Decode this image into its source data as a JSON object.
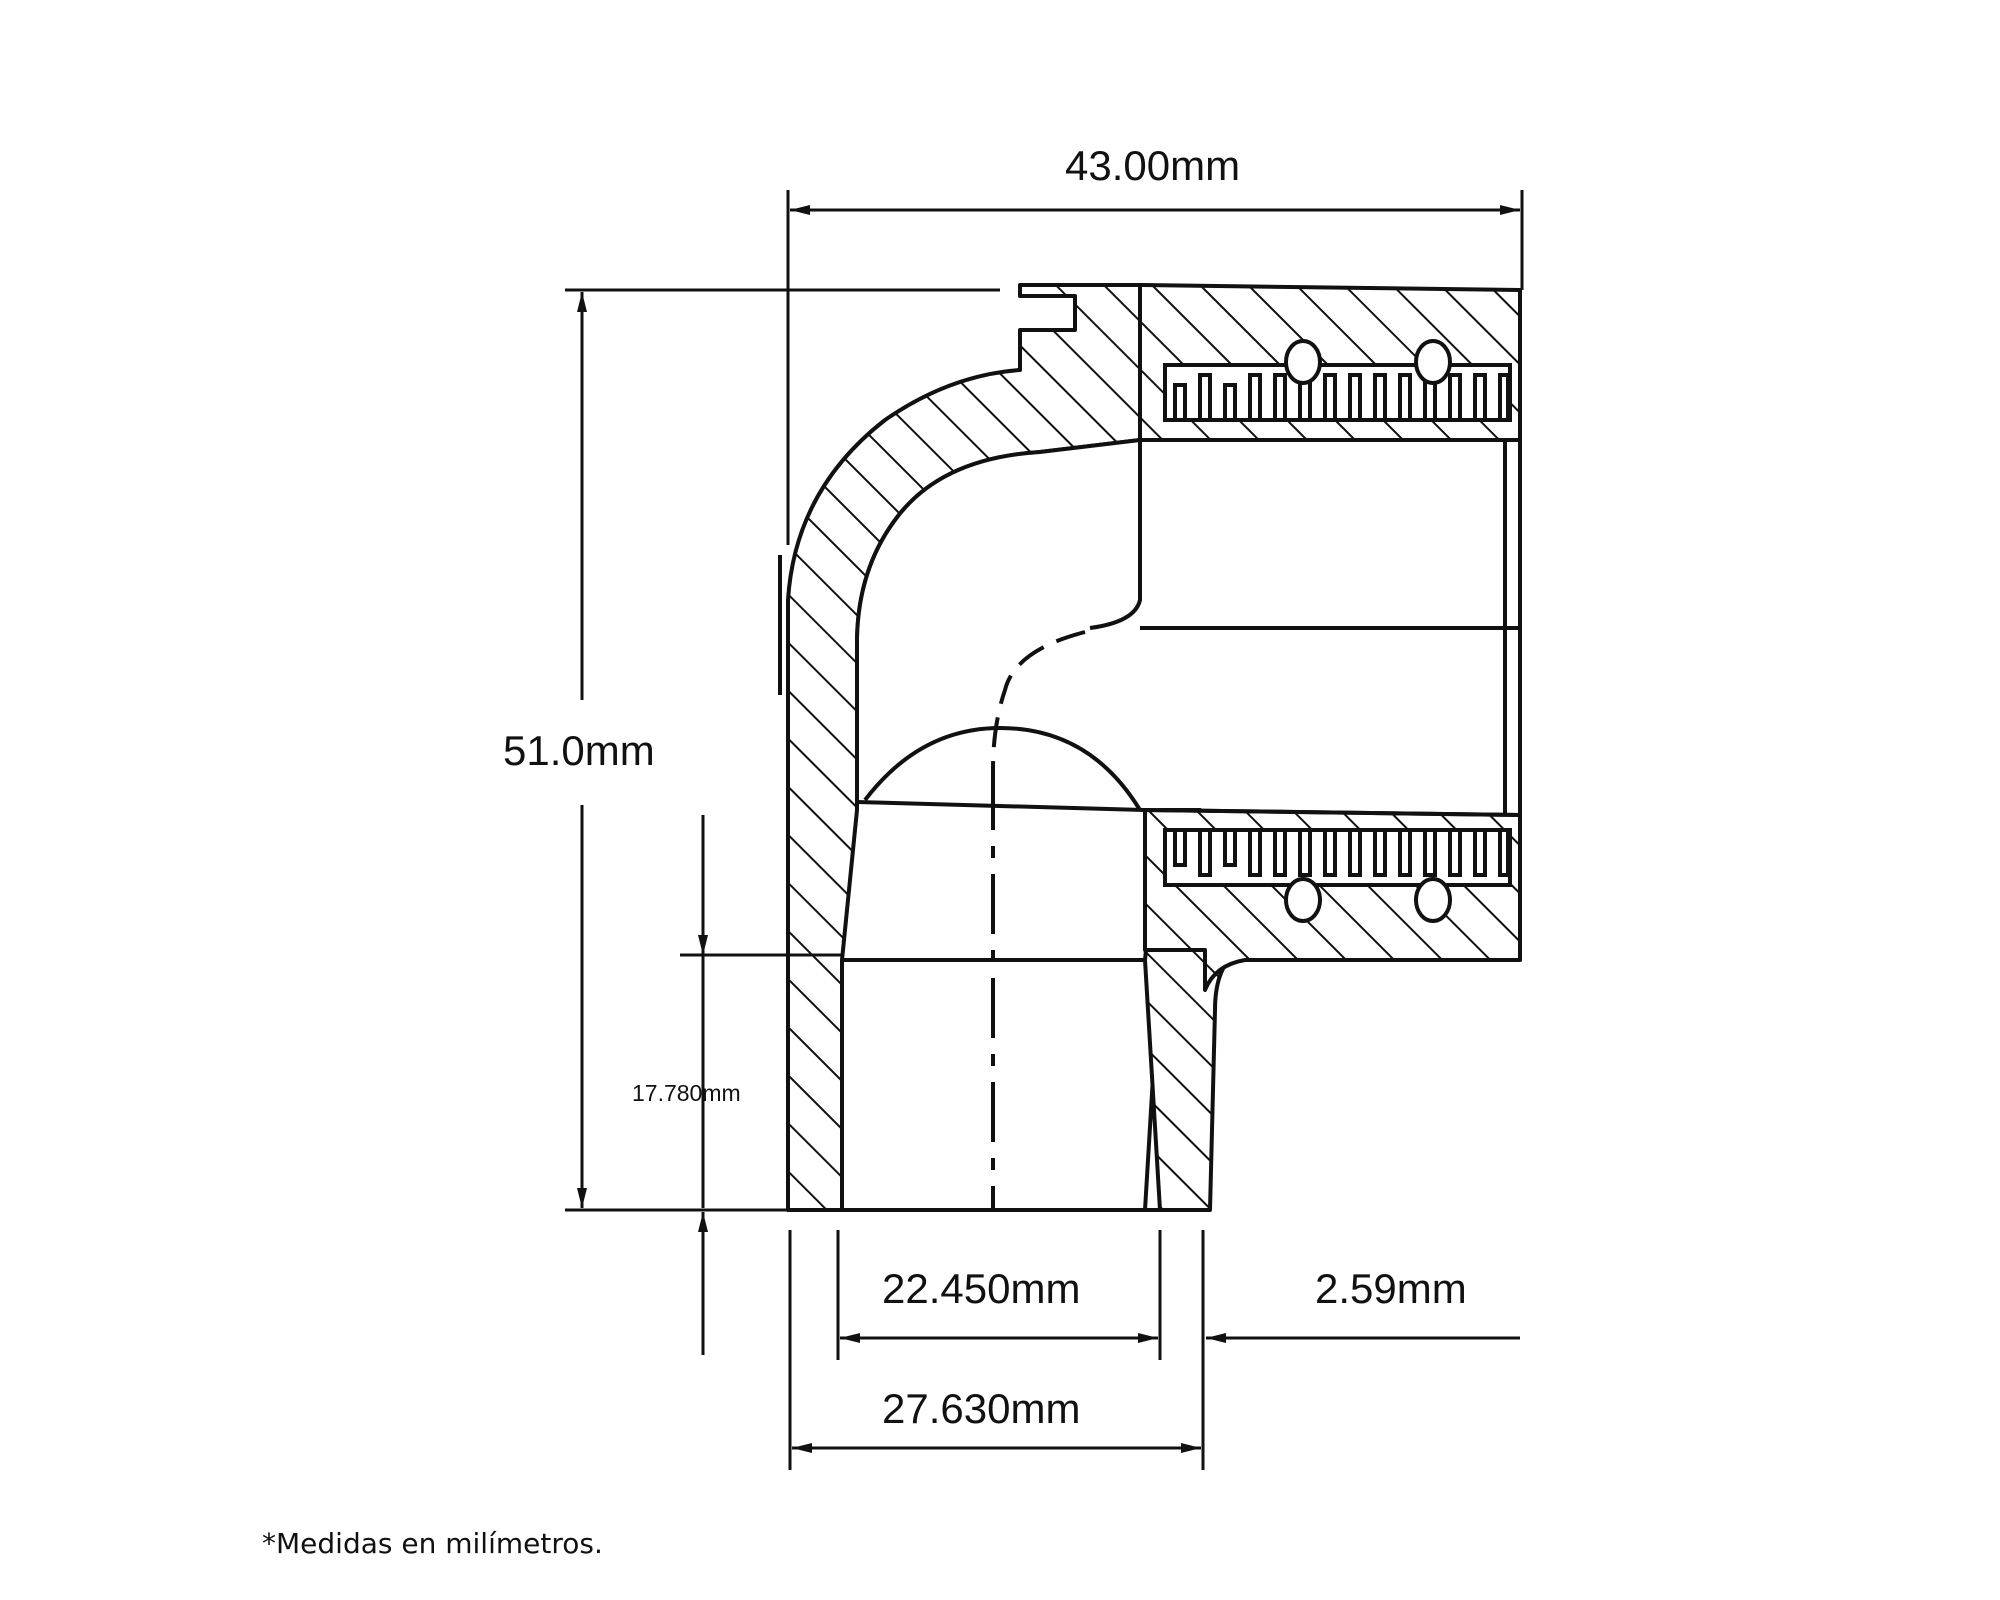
{
  "dimensions": {
    "overall_width": "43.00mm",
    "overall_height": "51.0mm",
    "socket_depth": "17.780mm",
    "inner_diameter": "22.450mm",
    "wall_thickness": "2.59mm",
    "outer_diameter": "27.630mm"
  },
  "footnote": "*Medidas en milímetros.",
  "colors": {
    "line": "#111111",
    "background": "#ffffff"
  }
}
